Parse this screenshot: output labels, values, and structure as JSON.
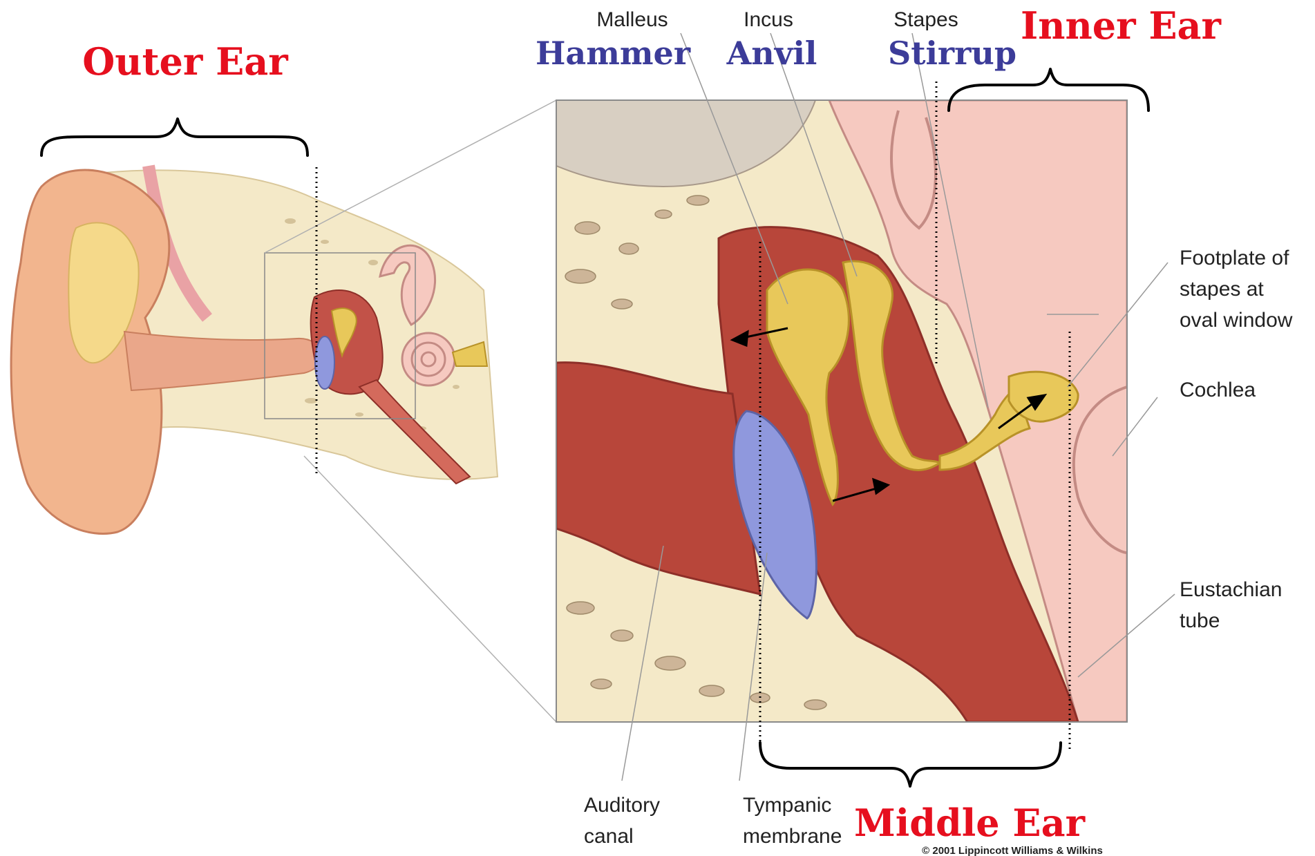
{
  "regions": {
    "outer_ear": "Outer Ear",
    "middle_ear": "Middle Ear",
    "inner_ear": "Inner Ear"
  },
  "ossicles": {
    "malleus": {
      "anatomical": "Malleus",
      "common": "Hammer"
    },
    "incus": {
      "anatomical": "Incus",
      "common": "Anvil"
    },
    "stapes": {
      "anatomical": "Stapes",
      "common": "Stirrup"
    }
  },
  "structures": {
    "footplate": [
      "Footplate of",
      "stapes at",
      "oval window"
    ],
    "cochlea": "Cochlea",
    "eustachian": [
      "Eustachian",
      "tube"
    ],
    "auditory_canal": [
      "Auditory",
      "canal"
    ],
    "tympanic": [
      "Tympanic",
      "membrane"
    ]
  },
  "copyright": "© 2001 Lippincott Williams & Wilkins",
  "colors": {
    "region_label": "#e60f1e",
    "ossicle_label": "#3c3c99",
    "bone": "#f4e9c8",
    "ear_skin": "#f2b58e",
    "canal": "#b8463a",
    "ossicle": "#e8c85a",
    "eardrum": "#8f98dd",
    "inner_ear": "#f6c9c0"
  }
}
